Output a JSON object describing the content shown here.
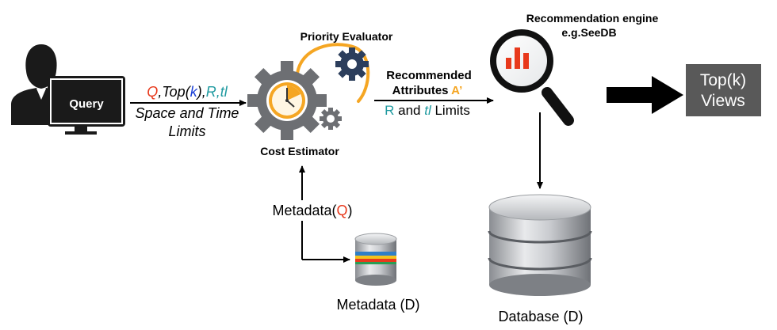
{
  "user": {
    "screen_label": "Query"
  },
  "query_arrow": {
    "q": "Q",
    "sep1": ",",
    "top_prefix": "Top(",
    "k": "k",
    "top_suffix": ")",
    "sep2": ",",
    "r_tl": "R,tl",
    "line2": "Space and Time",
    "line3": "Limits"
  },
  "priority_evaluator": {
    "label": "Priority Evaluator"
  },
  "cost_estimator": {
    "label": "Cost Estimator"
  },
  "recommended_arrow": {
    "line1": "Recommended",
    "line2_prefix": "Attributes ",
    "line2_accent": "A’",
    "r": "R",
    "and": " and ",
    "tl": "tl",
    "limits": " Limits"
  },
  "engine": {
    "title_line1": "Recommendation engine",
    "title_line2": "e.g.SeeDB"
  },
  "output": {
    "line1": "Top(k)",
    "line2": "Views"
  },
  "metadata_q": {
    "prefix": "Metadata(",
    "q": "Q",
    "suffix": ")"
  },
  "metadata_d": {
    "label": "Metadata (D)"
  },
  "database": {
    "label": "Database (D)"
  },
  "colors": {
    "red": "#e8391c",
    "blue": "#1a3fd6",
    "teal": "#1f9aa0",
    "orange": "#f5a623",
    "gear_gray": "#6d6f73",
    "gear_navy": "#2c3e5c",
    "output_box": "#595959"
  },
  "icons": [
    "user-icon",
    "monitor-icon",
    "gear-icon",
    "clock-icon",
    "magnifier-icon",
    "bar-chart-icon",
    "database-icon",
    "arrow-icon"
  ]
}
